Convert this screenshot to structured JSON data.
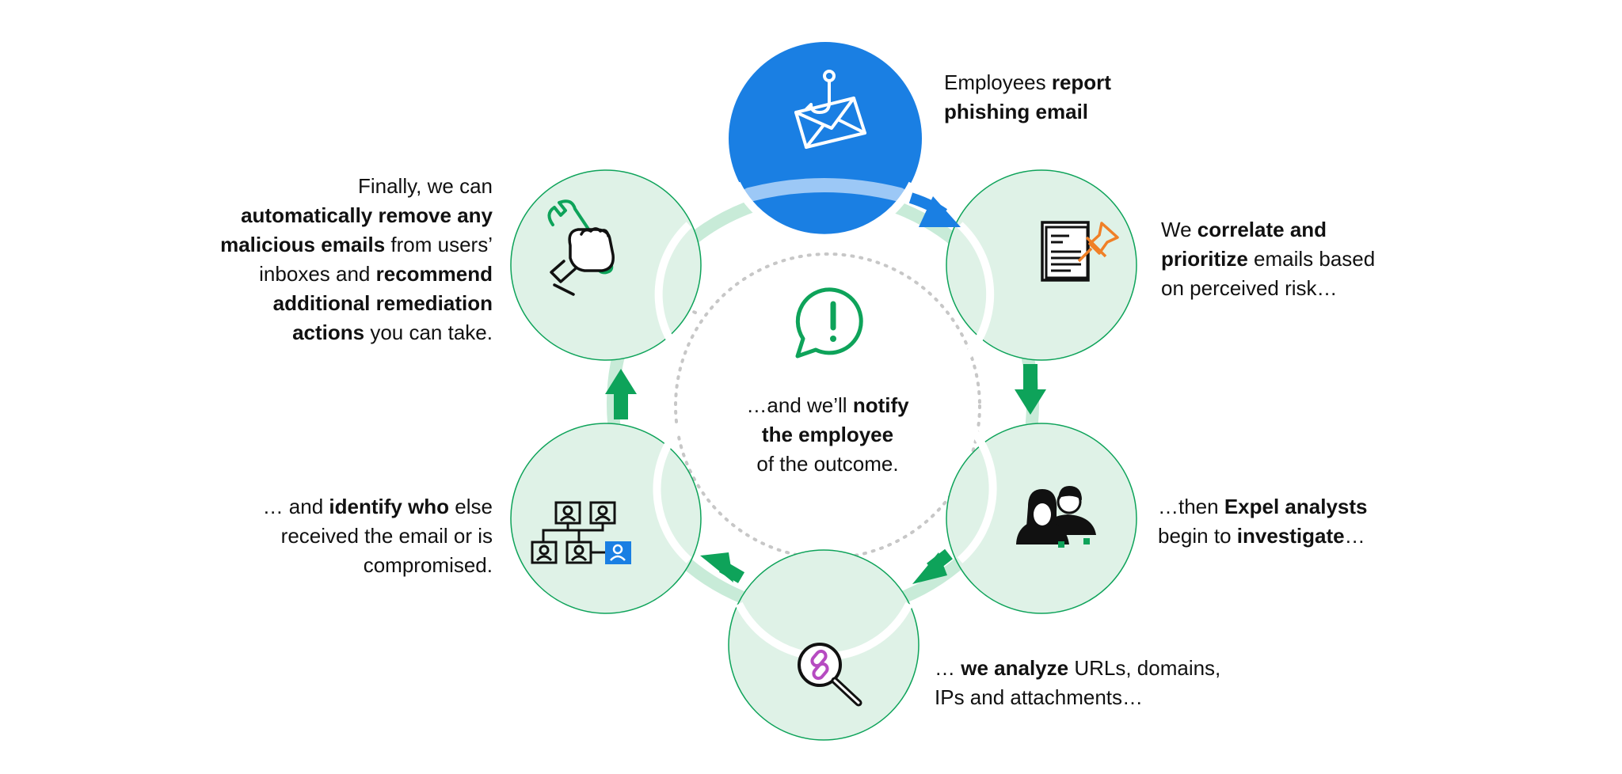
{
  "colors": {
    "blue": "#1a7fe3",
    "light_blue": "#9cc8f6",
    "green": "#0ea35a",
    "pale_green": "#dff2e7",
    "ring": "#c8ebd8",
    "dots": "#c7c7c7",
    "icon_orange": "#f08027",
    "icon_purple": "#b64bc1"
  },
  "steps": [
    {
      "name": "report",
      "icon": "phishing-email-icon",
      "lines": [
        [
          {
            "t": "Employees "
          },
          {
            "t": "report",
            "b": true
          }
        ],
        [
          {
            "t": "phishing email",
            "b": true
          }
        ]
      ]
    },
    {
      "name": "correlate",
      "icon": "document-pin-icon",
      "lines": [
        [
          {
            "t": "We "
          },
          {
            "t": "correlate and",
            "b": true
          }
        ],
        [
          {
            "t": "prioritize",
            "b": true
          },
          {
            "t": " emails based"
          }
        ],
        [
          {
            "t": "on perceived risk…"
          }
        ]
      ]
    },
    {
      "name": "investigate",
      "icon": "analysts-icon",
      "lines": [
        [
          {
            "t": "…then "
          },
          {
            "t": "Expel analysts",
            "b": true
          }
        ],
        [
          {
            "t": "begin to "
          },
          {
            "t": "investigate",
            "b": true
          },
          {
            "t": "…"
          }
        ]
      ]
    },
    {
      "name": "analyze",
      "icon": "magnifier-link-icon",
      "lines": [
        [
          {
            "t": "… "
          },
          {
            "t": "we analyze",
            "b": true
          },
          {
            "t": " URLs, domains,"
          }
        ],
        [
          {
            "t": "IPs and attachments…"
          }
        ]
      ]
    },
    {
      "name": "identify",
      "icon": "org-chart-icon",
      "lines": [
        [
          {
            "t": "… and "
          },
          {
            "t": "identify who",
            "b": true
          },
          {
            "t": " else"
          }
        ],
        [
          {
            "t": "received the email or is"
          }
        ],
        [
          {
            "t": "compromised."
          }
        ]
      ]
    },
    {
      "name": "remediate",
      "icon": "wrench-fist-icon",
      "lines": [
        [
          {
            "t": "Finally, we can"
          }
        ],
        [
          {
            "t": "automatically remove any",
            "b": true
          }
        ],
        [
          {
            "t": "malicious emails",
            "b": true
          },
          {
            "t": " from users’"
          }
        ],
        [
          {
            "t": "inboxes and "
          },
          {
            "t": "recommend",
            "b": true
          }
        ],
        [
          {
            "t": "additional remediation",
            "b": true
          }
        ],
        [
          {
            "t": "actions",
            "b": true
          },
          {
            "t": " you can take."
          }
        ]
      ]
    }
  ],
  "center": {
    "icon": "alert-bubble-icon",
    "lines": [
      [
        {
          "t": "…and we’ll "
        },
        {
          "t": "notify",
          "b": true
        }
      ],
      [
        {
          "t": "the employee",
          "b": true
        }
      ],
      [
        {
          "t": "of the outcome."
        }
      ]
    ]
  }
}
